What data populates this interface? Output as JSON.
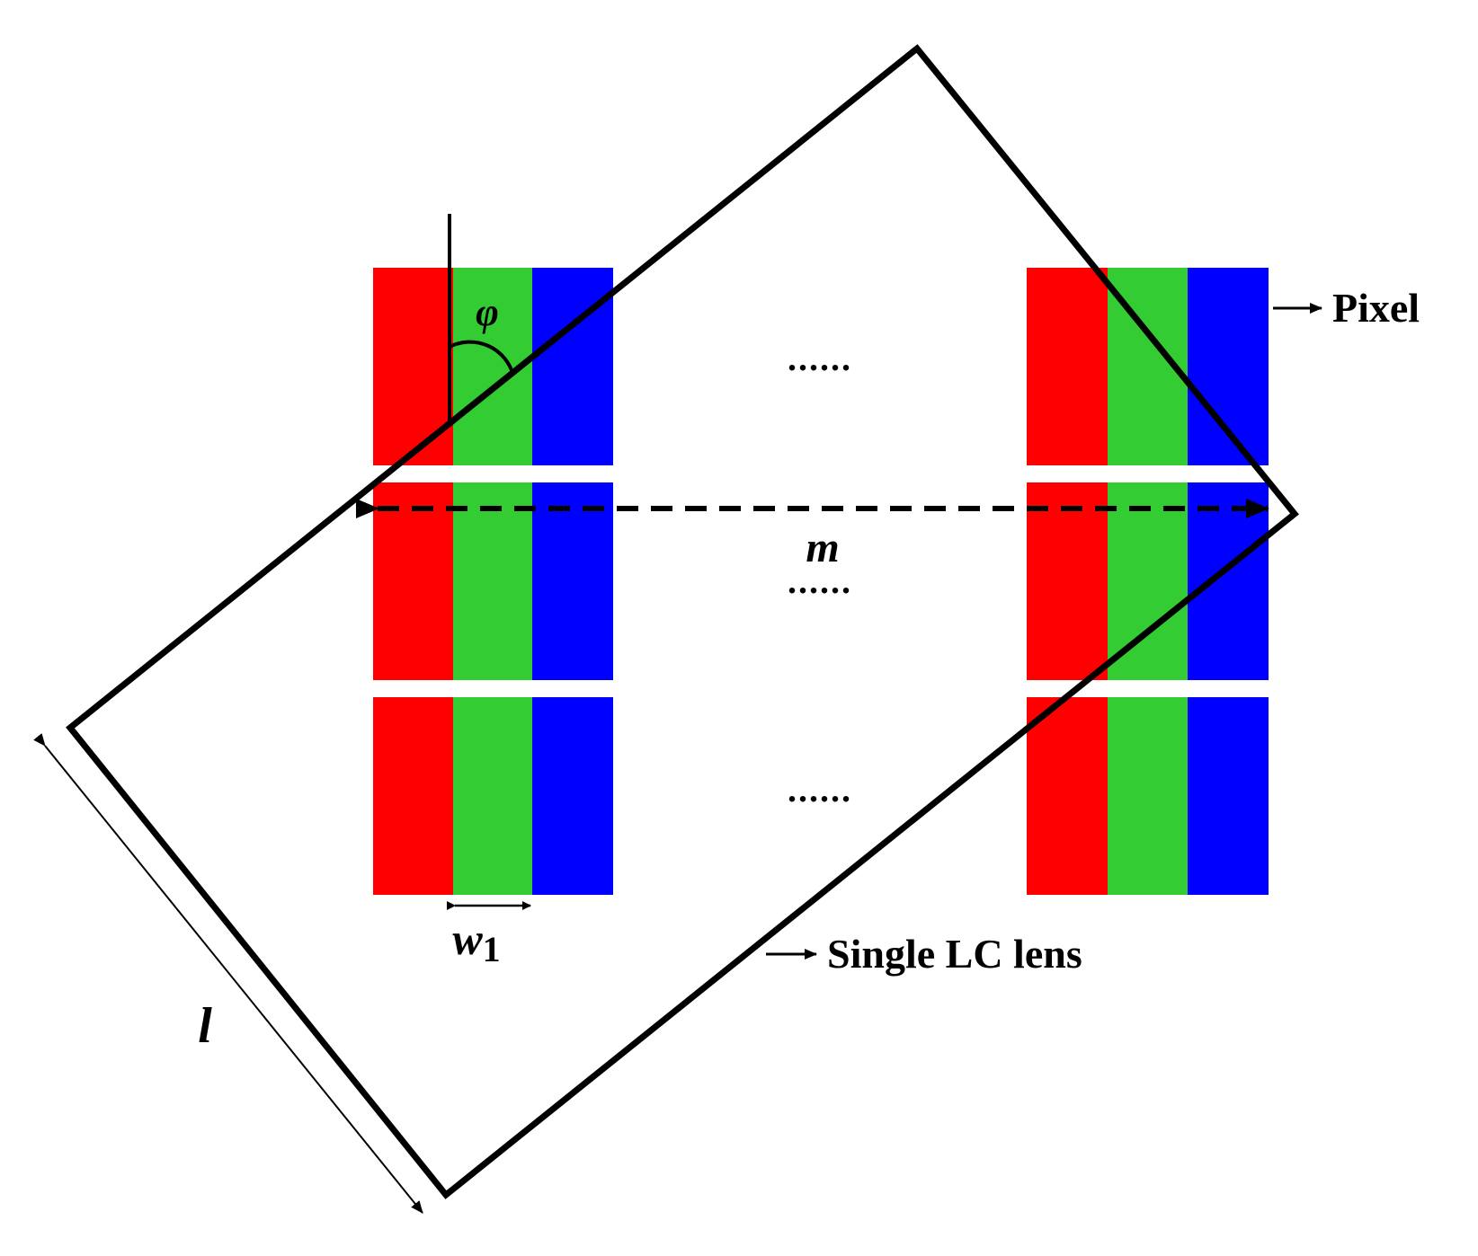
{
  "labels": {
    "pixel": "Pixel",
    "lens": "Single LC lens",
    "phi": "φ",
    "m": "m",
    "w": "w",
    "w_sub": "1",
    "l": "l",
    "dots": "......"
  },
  "colors": {
    "red": "#ff0000",
    "green": "#33cc33",
    "blue": "#0000ff",
    "stroke": "#000000"
  }
}
